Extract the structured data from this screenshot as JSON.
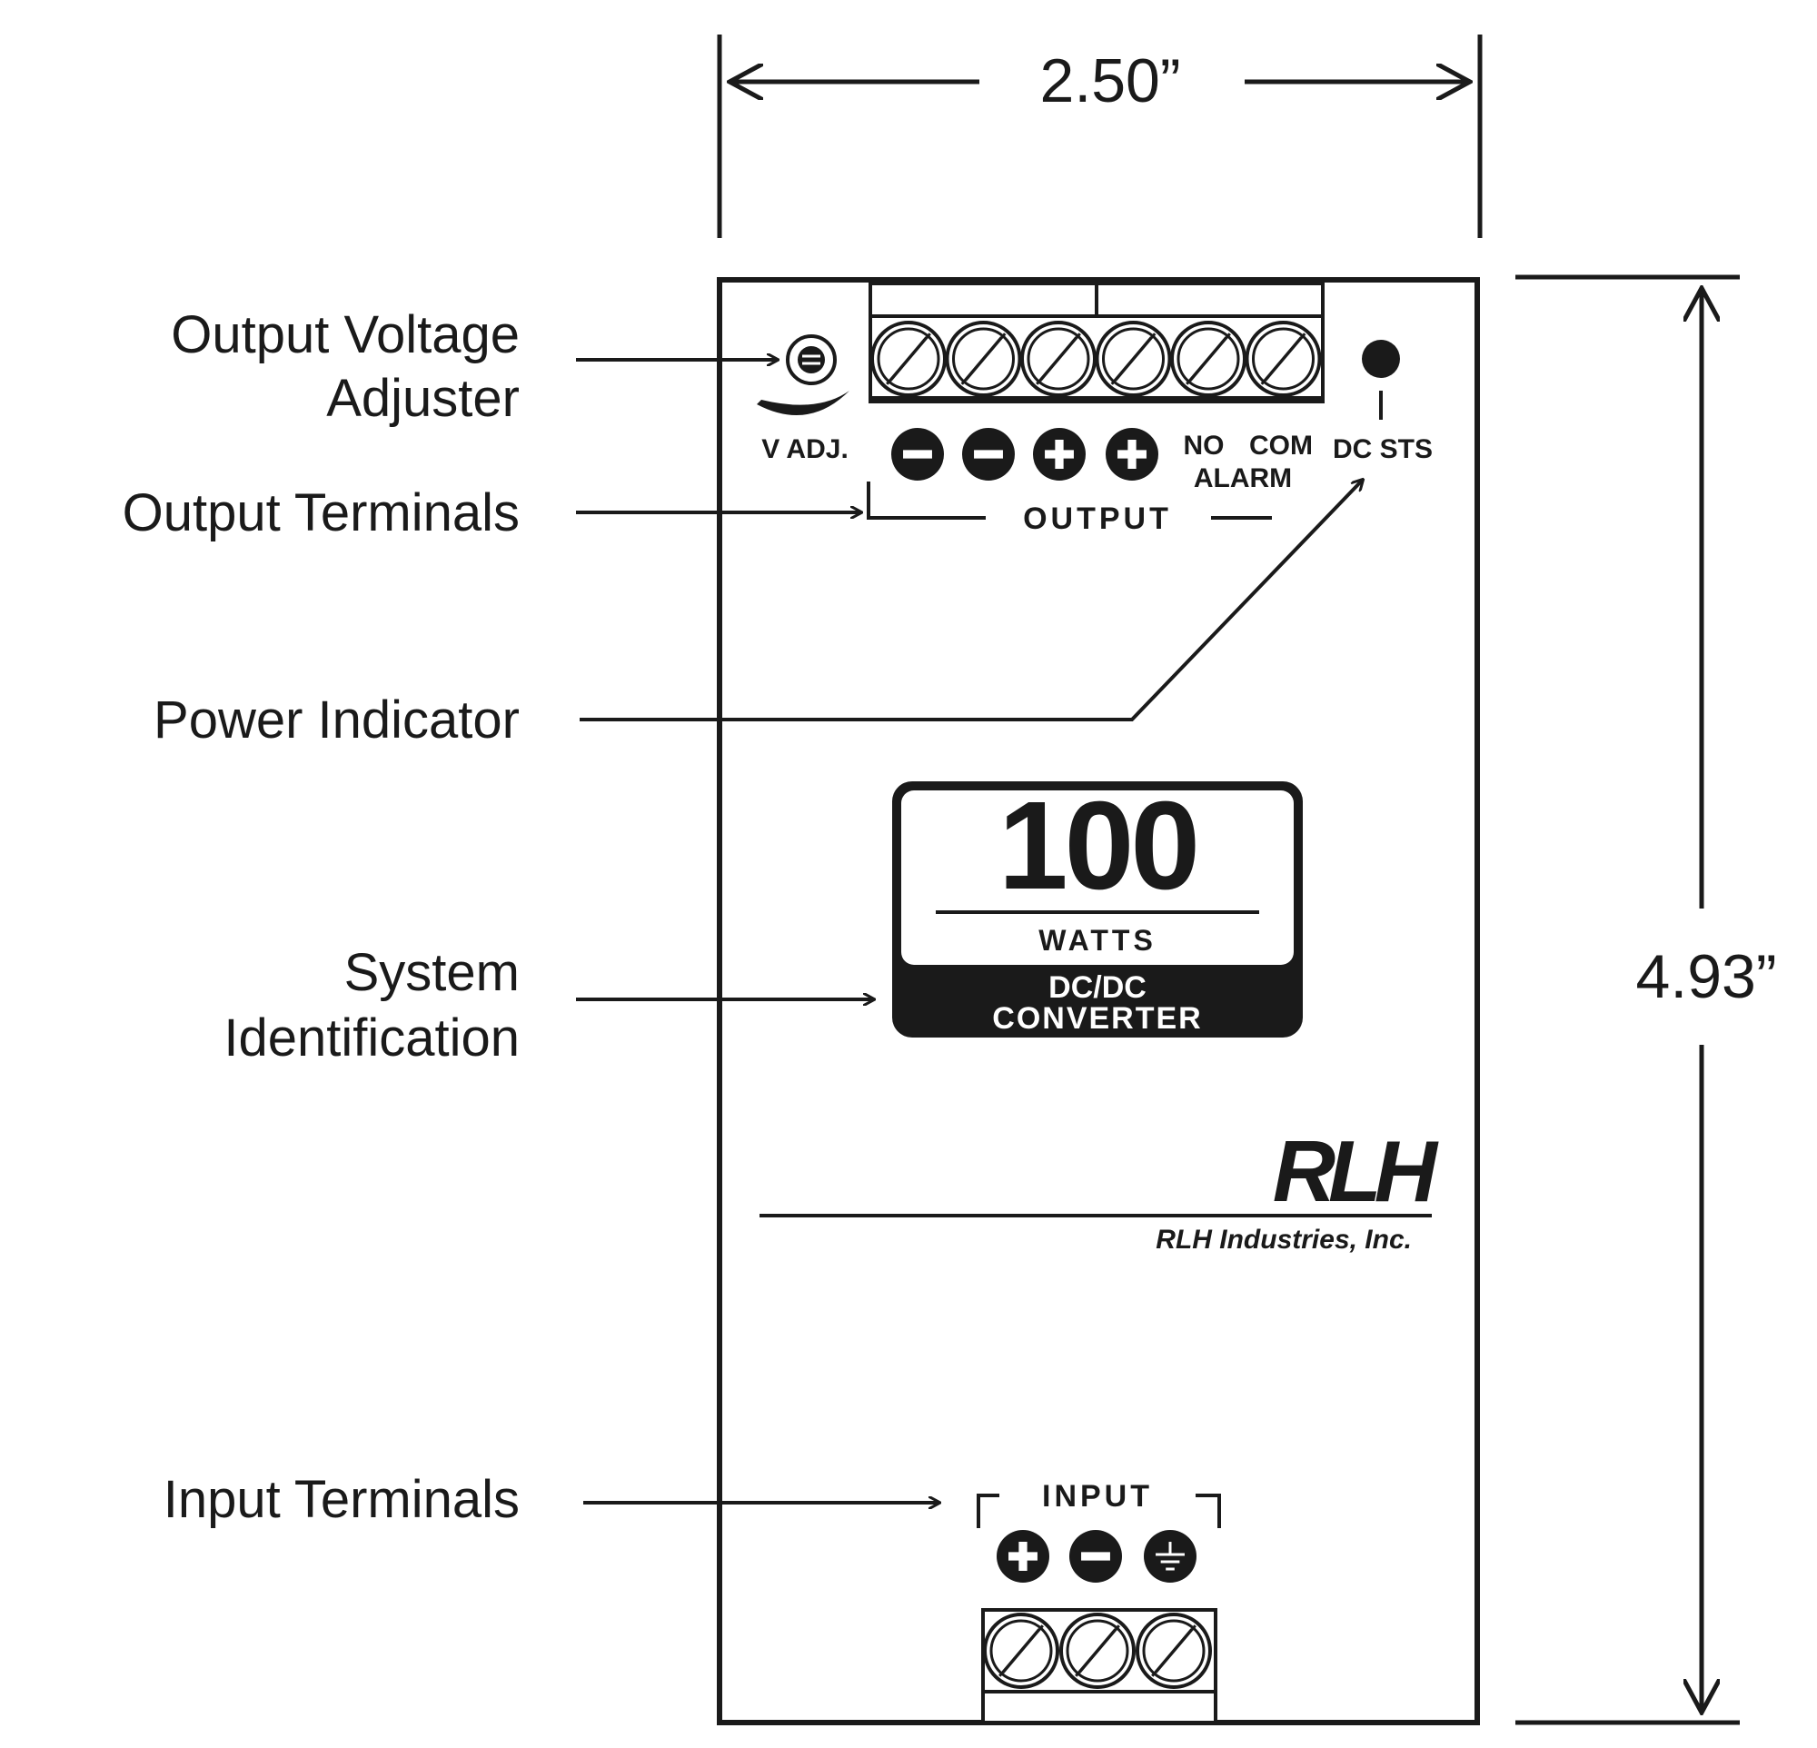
{
  "dimensions": {
    "width": "2.50”",
    "height": "4.93”"
  },
  "callouts": {
    "voltage_adjuster": [
      "Output Voltage",
      "Adjuster"
    ],
    "output_terminals": "Output Terminals",
    "power_indicator": "Power Indicator",
    "system_id": [
      "System",
      "Identification"
    ],
    "input_terminals": "Input Terminals"
  },
  "panel": {
    "vadj": "V ADJ.",
    "no": "NO",
    "com": "COM",
    "alarm": "ALARM",
    "dc_sts": "DC STS",
    "output": "OUTPUT",
    "input": "INPUT",
    "badge_number": "100",
    "badge_unit": "WATTS",
    "badge_line1": "DC/DC",
    "badge_line2": "CONVERTER",
    "logo": "RLH",
    "company": "RLH Industries, Inc."
  },
  "output_polarity": [
    "−",
    "−",
    "+",
    "+"
  ],
  "input_polarity": [
    "+",
    "−",
    "ground"
  ]
}
